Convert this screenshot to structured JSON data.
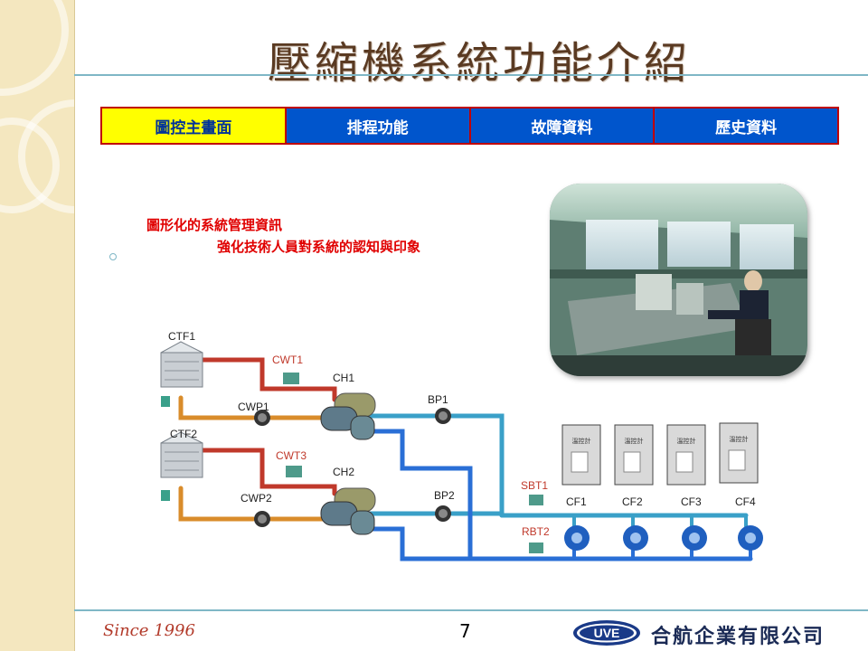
{
  "title": "壓縮機系統功能介紹",
  "tabs": [
    {
      "label": "圖控主畫面",
      "active": true
    },
    {
      "label": "排程功能",
      "active": false
    },
    {
      "label": "故障資料",
      "active": false
    },
    {
      "label": "歷史資料",
      "active": false
    }
  ],
  "description": {
    "line1": "圖形化的系統管理資訊",
    "line2": "強化技術人員對系統的認知與印象"
  },
  "diagram": {
    "labels": {
      "ctf1": "CTF1",
      "ctf2": "CTF2",
      "cwt1": "CWT1",
      "cwt3": "CWT3",
      "ch1": "CH1",
      "ch2": "CH2",
      "cwp1": "CWP1",
      "cwp2": "CWP2",
      "bp1": "BP1",
      "bp2": "BP2",
      "sbt1": "SBT1",
      "rbt2": "RBT2",
      "cf1": "CF1",
      "cf2": "CF2",
      "cf3": "CF3",
      "cf4": "CF4"
    },
    "cabinet_label": "溫控計"
  },
  "footer": {
    "since": "Since 1996",
    "page": "7",
    "logo_text": "UVE",
    "company": "合航企業有限公司"
  },
  "colors": {
    "tab_active_bg": "#ffff00",
    "tab_bg": "#0055cc",
    "tab_border": "#c00000",
    "hot_pipe": "#c0392b",
    "warm_pipe": "#d98c2b",
    "cold_pipe": "#2a6fd6",
    "chilled_pipe": "#3aa0c8"
  }
}
